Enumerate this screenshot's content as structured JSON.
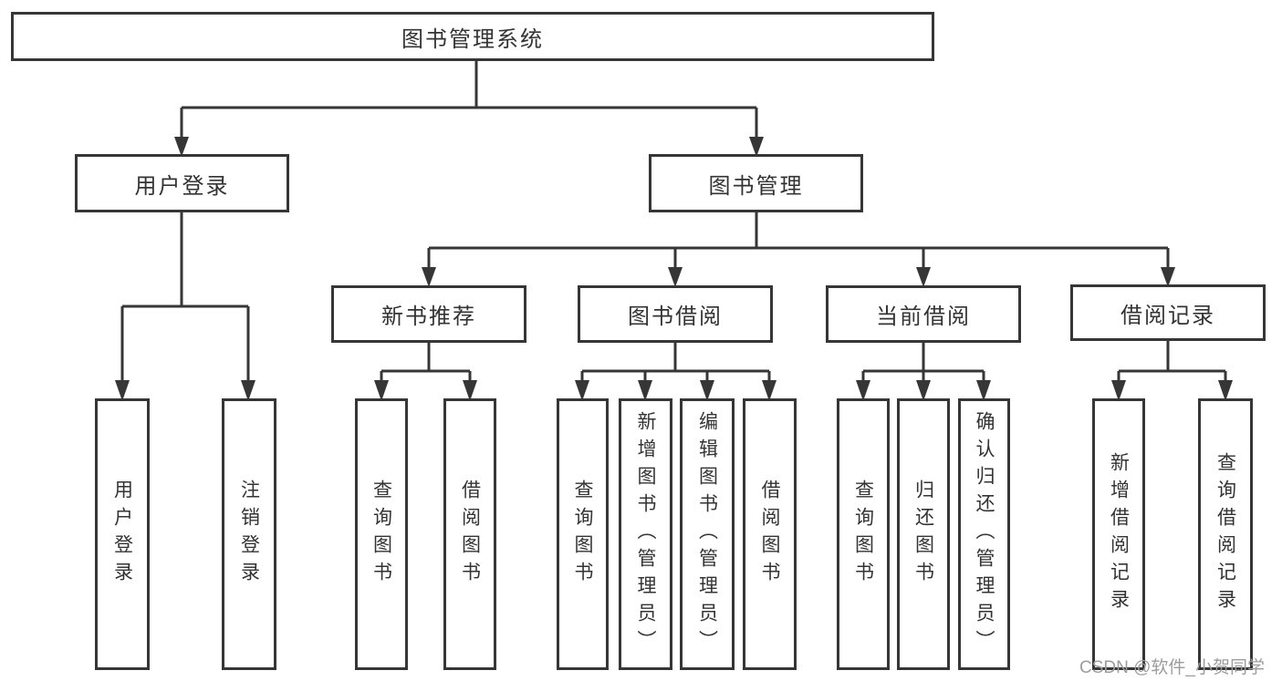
{
  "diagram": {
    "type": "hierarchy",
    "colors": {
      "line": "#363636",
      "text": "#333333",
      "watermark": "#9c9c9c",
      "background": "#ffffff"
    },
    "watermark": "CSDN @软件_小贺同学",
    "nodes": {
      "root": {
        "label": "图书管理系统"
      },
      "user_login": {
        "label": "用户登录"
      },
      "book_mgmt": {
        "label": "图书管理"
      },
      "new_book_rec": {
        "label": "新书推荐"
      },
      "book_borrow": {
        "label": "图书借阅"
      },
      "current_borrow": {
        "label": "当前借阅"
      },
      "borrow_records": {
        "label": "借阅记录"
      },
      "leaf_user_login": {
        "label": "用户登录"
      },
      "leaf_logout": {
        "label": "注销登录"
      },
      "leaf_rec_query": {
        "label": "查询图书"
      },
      "leaf_rec_borrow": {
        "label": "借阅图书"
      },
      "leaf_bb_query": {
        "label": "查询图书"
      },
      "leaf_bb_add": {
        "label": "新增图书（管理员）"
      },
      "leaf_bb_edit": {
        "label": "编辑图书（管理员）"
      },
      "leaf_bb_borrow": {
        "label": "借阅图书"
      },
      "leaf_cb_query": {
        "label": "查询图书"
      },
      "leaf_cb_return": {
        "label": "归还图书"
      },
      "leaf_cb_confirm": {
        "label": "确认归还（管理员）"
      },
      "leaf_br_add": {
        "label": "新增借阅记录"
      },
      "leaf_br_query": {
        "label": "查询借阅记录"
      }
    },
    "hierarchy": {
      "root": [
        "user_login",
        "book_mgmt"
      ],
      "user_login": [
        "leaf_user_login",
        "leaf_logout"
      ],
      "book_mgmt": [
        "new_book_rec",
        "book_borrow",
        "current_borrow",
        "borrow_records"
      ],
      "new_book_rec": [
        "leaf_rec_query",
        "leaf_rec_borrow"
      ],
      "book_borrow": [
        "leaf_bb_query",
        "leaf_bb_add",
        "leaf_bb_edit",
        "leaf_bb_borrow"
      ],
      "current_borrow": [
        "leaf_cb_query",
        "leaf_cb_return",
        "leaf_cb_confirm"
      ],
      "borrow_records": [
        "leaf_br_add",
        "leaf_br_query"
      ]
    }
  }
}
